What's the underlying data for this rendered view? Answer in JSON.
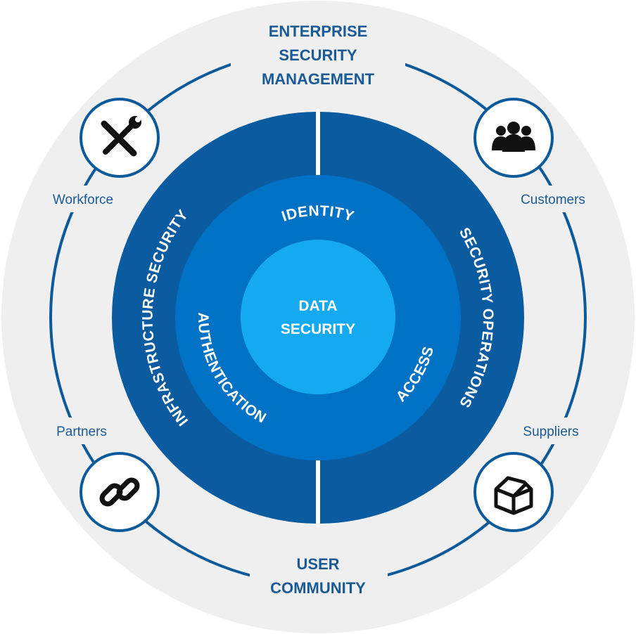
{
  "outer": {
    "title_lines": [
      "ENTERPRISE",
      "SECURITY",
      "MANAGEMENT"
    ],
    "bottom_lines": [
      "USER",
      "COMMUNITY"
    ],
    "nodes": [
      {
        "label": "Workforce",
        "icon": "tools-icon"
      },
      {
        "label": "Customers",
        "icon": "people-icon"
      },
      {
        "label": "Partners",
        "icon": "link-icon"
      },
      {
        "label": "Suppliers",
        "icon": "box-icon"
      }
    ]
  },
  "rings": {
    "outer_left": "INFRASTRUCTURE SECURITY",
    "outer_right": "SECURITY OPERATIONS",
    "middle_top": "IDENTITY",
    "middle_left": "AUTHENTICATION",
    "middle_right": "ACCESS"
  },
  "core": {
    "lines": [
      "DATA",
      "SECURITY"
    ]
  },
  "colors": {
    "background_disc": "#efefef",
    "outer_ring": "#0d5a9a",
    "dark_ring": "#0b5ba1",
    "middle_ring": "#0072c6",
    "core": "#14a9f0",
    "text": "#1a5a96"
  }
}
